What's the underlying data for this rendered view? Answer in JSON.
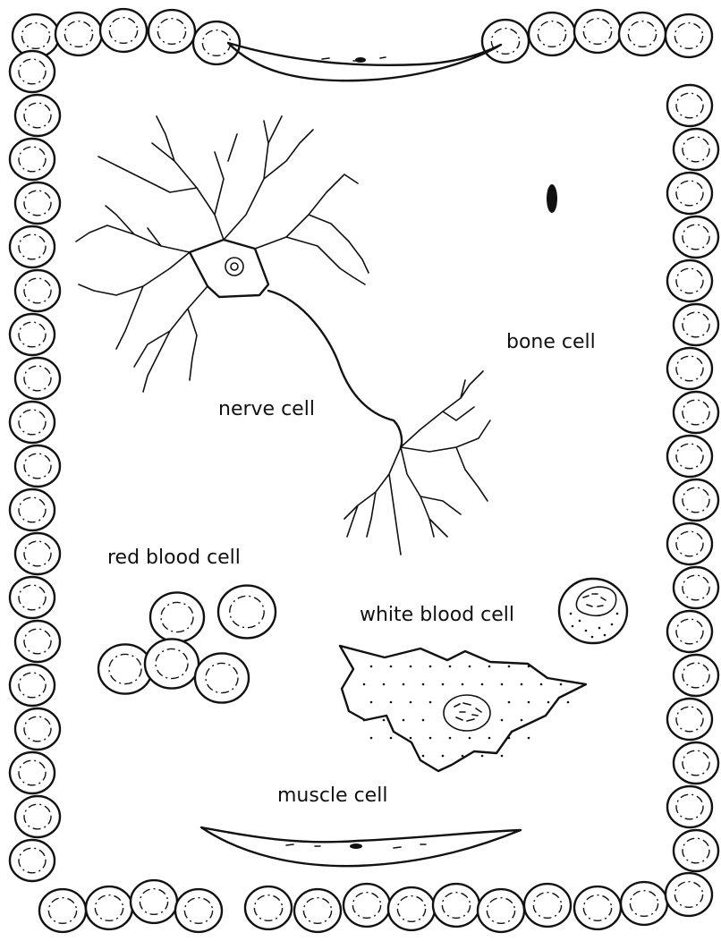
{
  "labels": {
    "nerve_cell": "nerve cell",
    "bone_cell": "bone cell",
    "red_blood_cell": "red blood cell",
    "white_blood_cell": "white blood cell",
    "muscle_cell": "muscle cell"
  },
  "colors": {
    "ink": "#111111",
    "paper": "#ffffff"
  }
}
